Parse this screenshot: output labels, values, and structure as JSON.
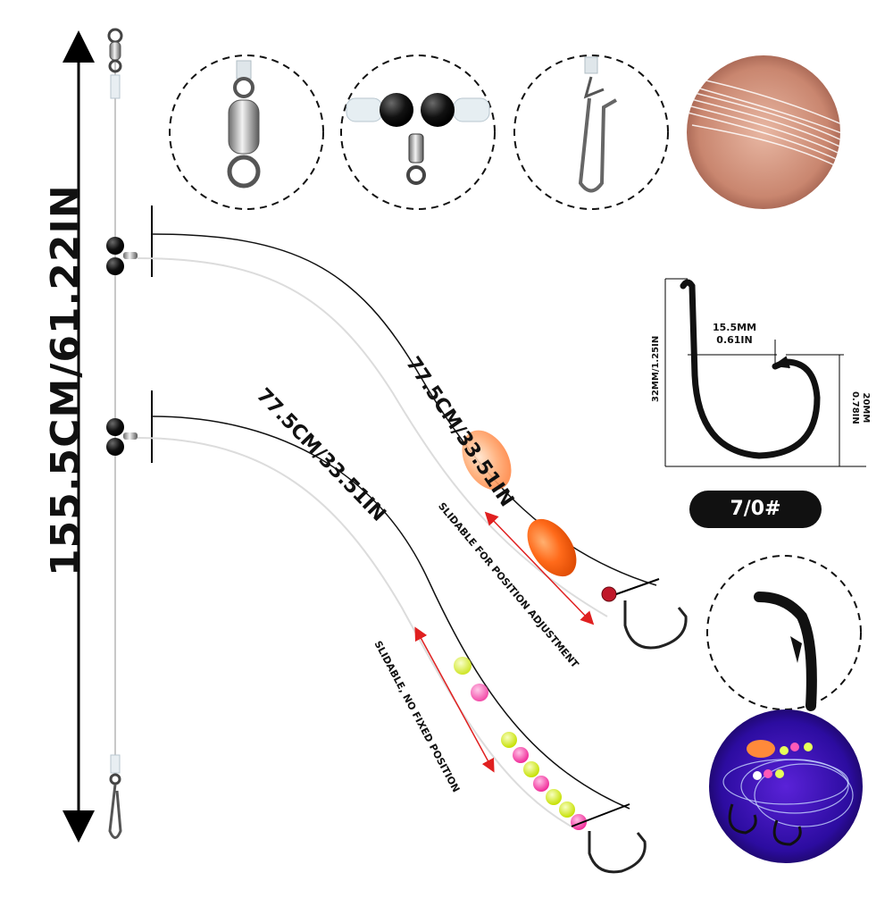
{
  "measurements": {
    "total_length": "155.5CM/61.22IN",
    "upper_branch_length": "77.5CM/33.51IN",
    "lower_branch_length": "77.5CM/33.51IN"
  },
  "notes": {
    "upper": "SLIDABLE FOR POSITION ADJUSTMENT",
    "lower": "SLIDABLE, NO FIXED POSITION"
  },
  "hook": {
    "gap": "15.5MM\n0.61IN",
    "gap_mm": "15.5MM",
    "gap_in": "0.61IN",
    "height": "32MM/1.25IN",
    "width_mm": "20MM",
    "width_in": "0.78IN",
    "size": "7/0#"
  },
  "icons": [
    "swivel-icon",
    "three-way-swivel-icon",
    "snap-clip-icon",
    "line-closeup-icon",
    "hook-point-icon",
    "glow-rig-icon"
  ],
  "colors": {
    "accent_arrow": "#e02020",
    "float_orange": "#ff6a1a",
    "float_peach": "#ffb07a",
    "bead_pink": "#ff3fa8",
    "bead_yellow": "#d8f21e",
    "uv_background": "#2a0a8a"
  }
}
